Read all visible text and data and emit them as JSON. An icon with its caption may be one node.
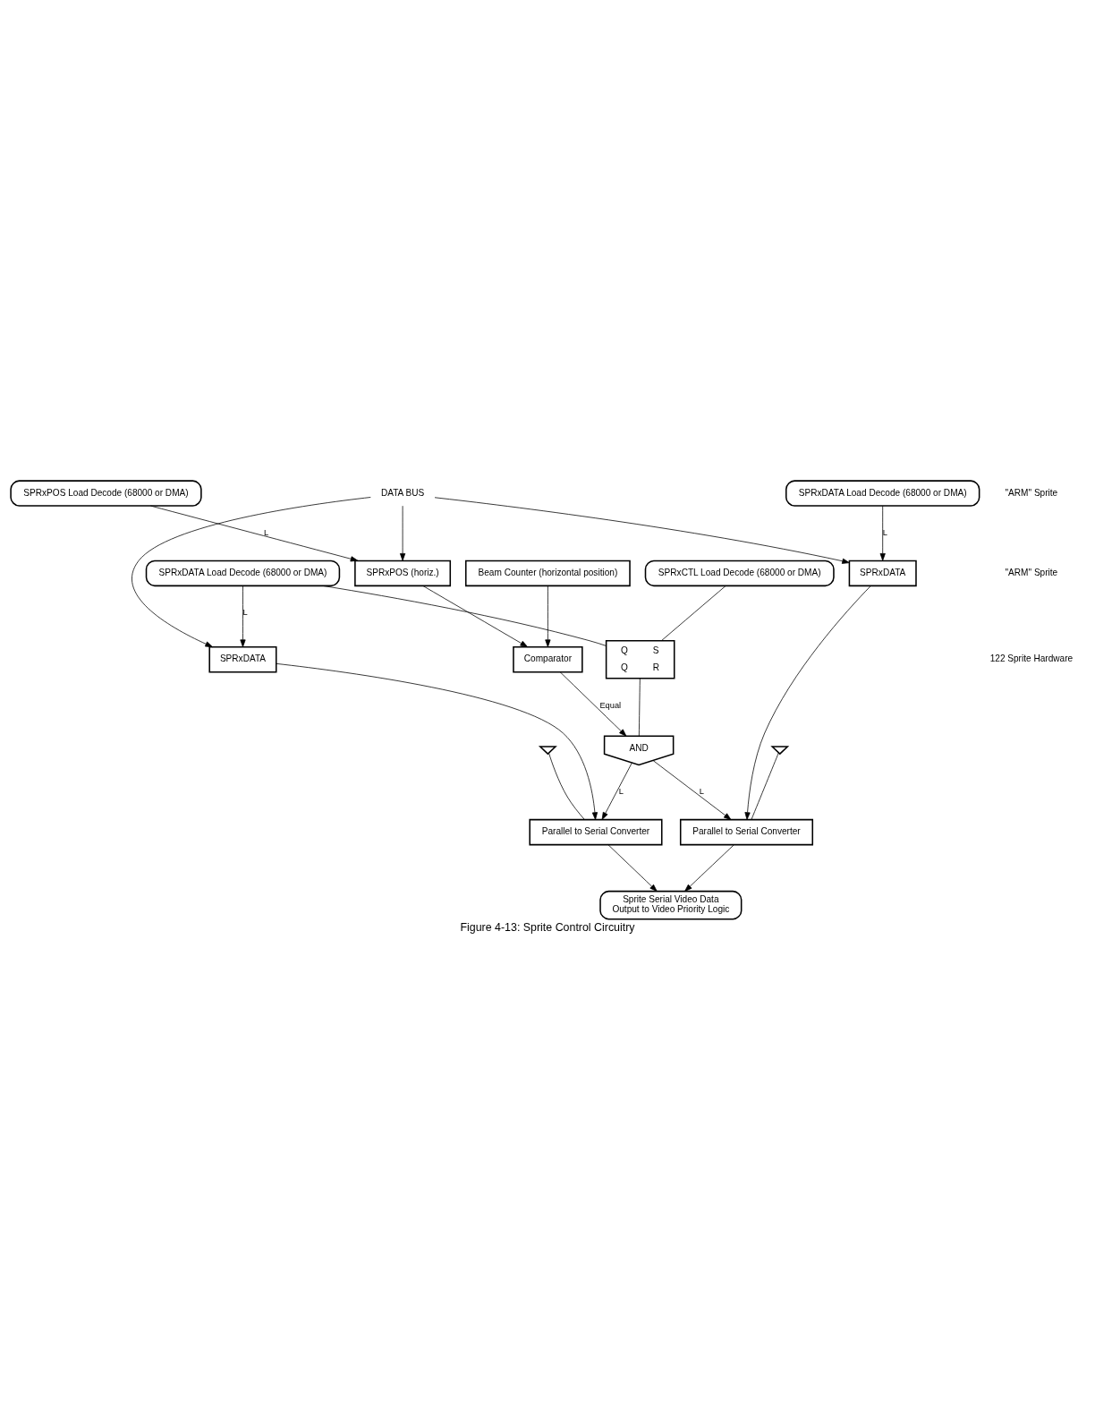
{
  "diagram": {
    "caption": "Figure 4-13: Sprite Control Circuitry",
    "nodes": [
      {
        "text": [
          "Beam Counter (horizontal position)"
        ]
      },
      {
        "text": [
          "Comparator"
        ]
      },
      {
        "text": [
          "SPRxPOS Load Decode (68000 or DMA)"
        ]
      },
      {
        "text": [
          "SPRxDATA Load Decode (68000 or DMA)"
        ]
      },
      {
        "text": [
          "SPRxPOS (horiz.)"
        ]
      },
      {
        "text": [
          "Q",
          "S",
          "Q",
          "R"
        ]
      },
      {
        "text": [
          "AND"
        ]
      },
      {
        "text": [
          "SPRxCTL Load Decode (68000 or DMA)"
        ]
      },
      {
        "text": [
          "SPRxDATA"
        ]
      },
      {
        "text": [],
        "shape": "ground"
      },
      {
        "text": [
          "Parallel to Serial Converter"
        ]
      },
      {
        "text": [
          "Sprite Serial Video Data",
          "Output to Video Priority Logic"
        ]
      },
      {
        "text": [],
        "shape": "ground"
      },
      {
        "text": [
          "Parallel to Serial Converter"
        ]
      },
      {
        "text": [
          "SPRxDATA"
        ]
      },
      {
        "text": [
          "SPRxDATA Load Decode (68000 or DMA)"
        ]
      },
      {
        "text": [
          "DATA BUS"
        ]
      }
    ],
    "edges": [
      {
        "from": 0,
        "to": 1,
        "arrow": "to"
      },
      {
        "from": 4,
        "to": 1,
        "arrow": "to"
      },
      {
        "from": 2,
        "to": 4,
        "arrow": "to",
        "label": "L"
      },
      {
        "from": 1,
        "to": 6,
        "arrow": "to",
        "label": "Equal"
      },
      {
        "from": 3,
        "to": 5,
        "arrow": "none"
      },
      {
        "from": 3,
        "to": 8,
        "arrow": "to",
        "label": "L"
      },
      {
        "from": 5,
        "to": 6,
        "arrow": "none"
      },
      {
        "from": 7,
        "to": 5,
        "arrow": "none"
      },
      {
        "from": 16,
        "to": 4,
        "arrow": "to"
      },
      {
        "from": 16,
        "to": 8,
        "arrow": "to"
      },
      {
        "from": 8,
        "to": 10,
        "arrow": "to"
      },
      {
        "from": 6,
        "to": 10,
        "arrow": "to",
        "label": "L"
      },
      {
        "from": 9,
        "to": 10,
        "arrow": "none"
      },
      {
        "from": 10,
        "to": 11,
        "arrow": "to"
      },
      {
        "from": 6,
        "to": 13,
        "arrow": "to",
        "label": "L"
      },
      {
        "from": 12,
        "to": 13,
        "arrow": "none"
      },
      {
        "from": 13,
        "to": 11,
        "arrow": "to"
      },
      {
        "from": 14,
        "to": 13,
        "arrow": "to"
      },
      {
        "from": 16,
        "to": 14,
        "arrow": "to"
      },
      {
        "from": 15,
        "to": 14,
        "arrow": "to",
        "label": "L"
      }
    ],
    "labels": [
      "\"ARM\" Sprite",
      "\"ARM\" Sprite",
      "122 Sprite Hardware"
    ]
  }
}
